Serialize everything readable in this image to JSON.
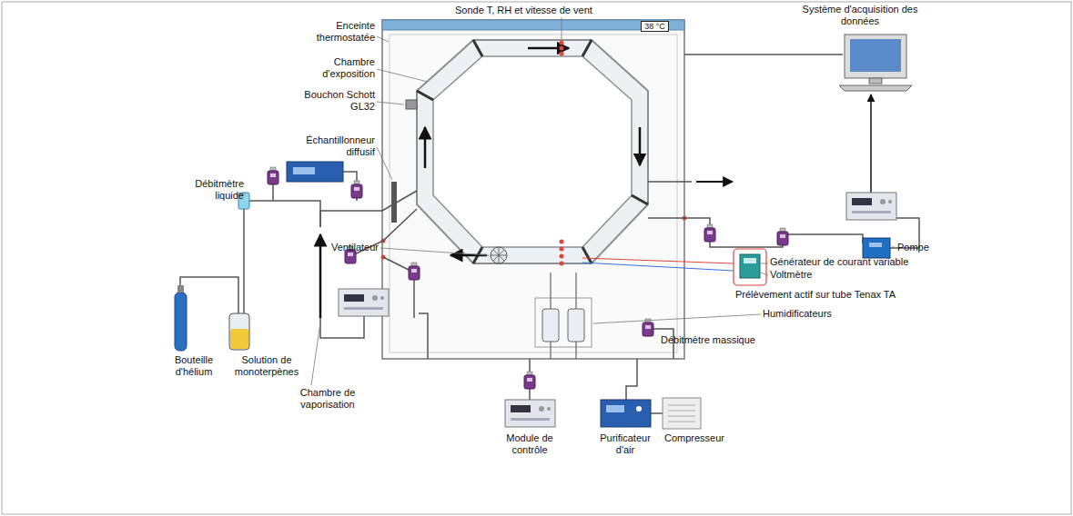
{
  "diagram": {
    "nodes": [
      {
        "text": [
          "38 °C"
        ]
      }
    ],
    "labels": [
      "Système d'acquisition des données",
      "Enceinte thermostatée",
      "Sonde T, RH et vitesse de vent",
      "Chambre d'exposition",
      "Bouchon Schott GL32",
      "Échantillonneur diffusif",
      "Débitmètre liquide",
      "Ventilateur",
      "Pompe",
      "Générateur de courant variable",
      "Voltmètre",
      "Prélèvement actif sur tube Tenax TA",
      "Humidificateurs",
      "Débitmètre massique",
      "Bouteille d'hélium",
      "Solution de monoterpènes",
      "Chambre de vaporisation",
      "Module de contrôle",
      "Purificateur d'air",
      "Compresseur"
    ]
  }
}
